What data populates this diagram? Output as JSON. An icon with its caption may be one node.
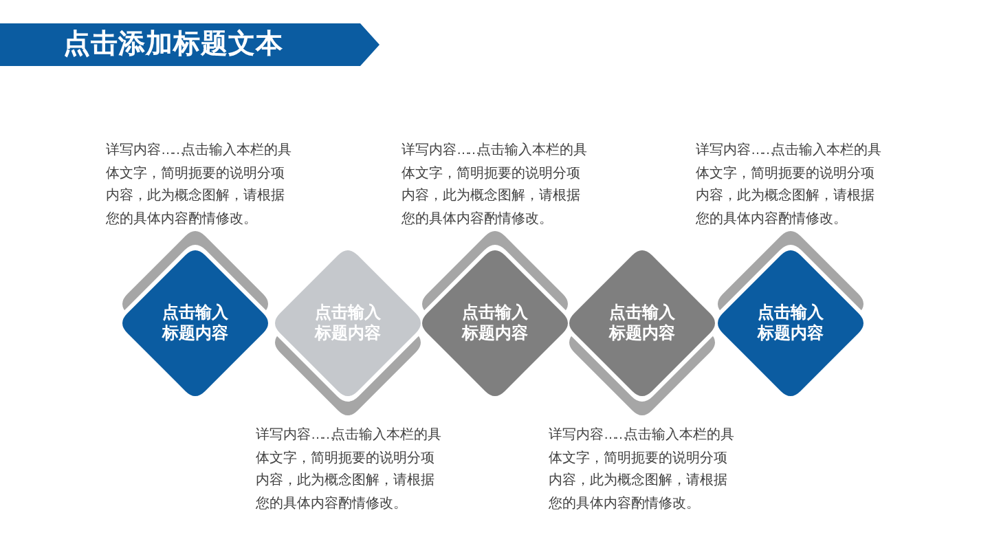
{
  "diagram": {
    "title": "点击添加标题文本",
    "nodes": [
      {
        "text": [
          "点击输入标题内容"
        ],
        "beside": [
          "详写内容……点击输入本栏的具体文字，简明扼要的说明分项内容，此为概念图解，请根据您的具体内容酌情修改。"
        ]
      },
      {
        "text": [
          "点击输入标题内容"
        ],
        "beside": [
          "详写内容……点击输入本栏的具体文字，简明扼要的说明分项内容，此为概念图解，请根据您的具体内容酌情修改。"
        ]
      },
      {
        "text": [
          "点击输入标题内容"
        ],
        "beside": [
          "详写内容……点击输入本栏的具体文字，简明扼要的说明分项内容，此为概念图解，请根据您的具体内容酌情修改。"
        ]
      },
      {
        "text": [
          "点击输入标题内容"
        ],
        "beside": [
          "详写内容……点击输入本栏的具体文字，简明扼要的说明分项内容，此为概念图解，请根据您的具体内容酌情修改。"
        ]
      },
      {
        "text": [
          "点击输入标题内容"
        ],
        "beside": [
          "详写内容……点击输入本栏的具体文字，简明扼要的说明分项内容，此为概念图解，请根据您的具体内容酌情修改。"
        ]
      }
    ]
  }
}
